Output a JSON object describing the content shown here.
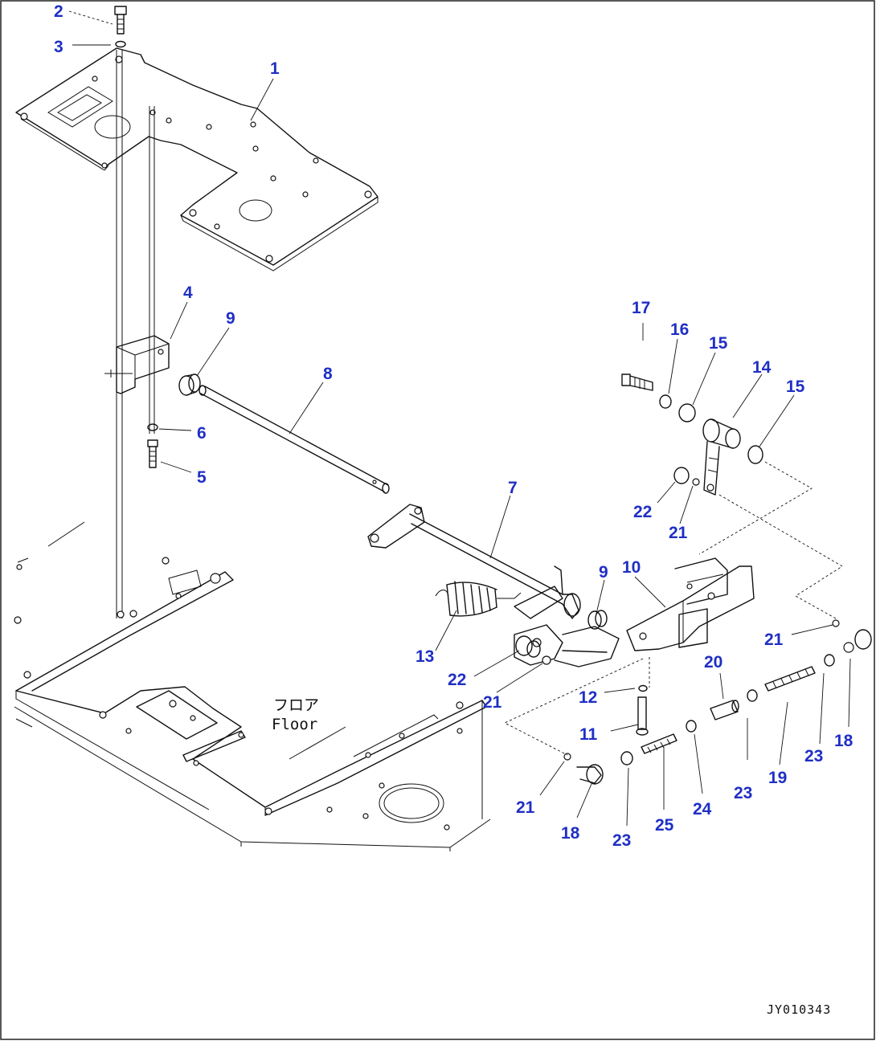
{
  "diagram": {
    "callouts": [
      {
        "id": "c-2",
        "text": "2"
      },
      {
        "id": "c-3",
        "text": "3"
      },
      {
        "id": "c-1",
        "text": "1"
      },
      {
        "id": "c-4",
        "text": "4"
      },
      {
        "id": "c-9a",
        "text": "9"
      },
      {
        "id": "c-8",
        "text": "8"
      },
      {
        "id": "c-6",
        "text": "6"
      },
      {
        "id": "c-5",
        "text": "5"
      },
      {
        "id": "c-7",
        "text": "7"
      },
      {
        "id": "c-17",
        "text": "17"
      },
      {
        "id": "c-16",
        "text": "16"
      },
      {
        "id": "c-15a",
        "text": "15"
      },
      {
        "id": "c-14",
        "text": "14"
      },
      {
        "id": "c-15b",
        "text": "15"
      },
      {
        "id": "c-22a",
        "text": "22"
      },
      {
        "id": "c-21a",
        "text": "21"
      },
      {
        "id": "c-9b",
        "text": "9"
      },
      {
        "id": "c-10",
        "text": "10"
      },
      {
        "id": "c-13",
        "text": "13"
      },
      {
        "id": "c-22b",
        "text": "22"
      },
      {
        "id": "c-21b",
        "text": "21"
      },
      {
        "id": "c-12",
        "text": "12"
      },
      {
        "id": "c-11",
        "text": "11"
      },
      {
        "id": "c-20",
        "text": "20"
      },
      {
        "id": "c-21c",
        "text": "21"
      },
      {
        "id": "c-23a",
        "text": "23"
      },
      {
        "id": "c-19",
        "text": "19"
      },
      {
        "id": "c-23b",
        "text": "23"
      },
      {
        "id": "c-18a",
        "text": "18"
      },
      {
        "id": "c-21d",
        "text": "21"
      },
      {
        "id": "c-18b",
        "text": "18"
      },
      {
        "id": "c-23c",
        "text": "23"
      },
      {
        "id": "c-25",
        "text": "25"
      },
      {
        "id": "c-24",
        "text": "24"
      }
    ],
    "floor_label_jp": "フロア",
    "floor_label_en": "Floor",
    "drawing_number": "JY010343",
    "colors": {
      "callout": "#1f2fc4",
      "line": "#111111",
      "background": "#ffffff"
    }
  }
}
